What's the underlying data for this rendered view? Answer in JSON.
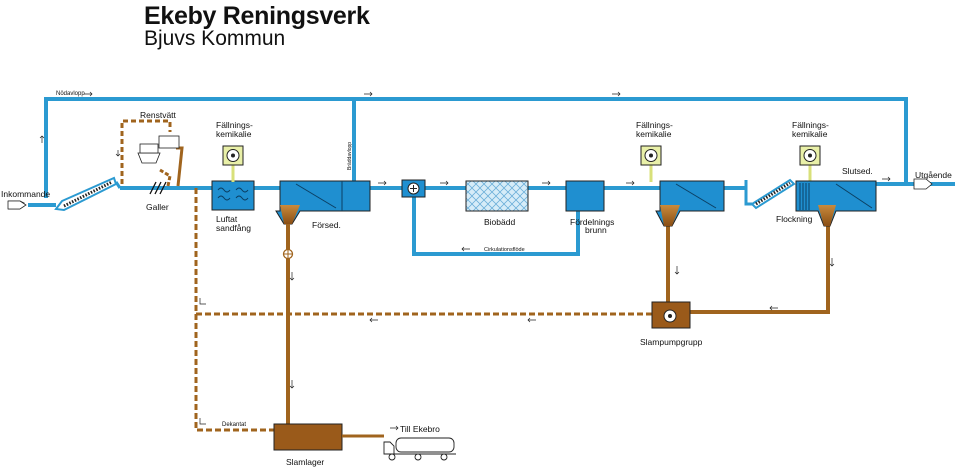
{
  "header": {
    "title": "Ekeby Reningsverk",
    "subtitle": "Bjuvs Kommun"
  },
  "labels": {
    "inkommande": "Inkommande",
    "nodavlopp": "Nödavlopp",
    "renstvatt": "Renstvätt",
    "galler": "Galler",
    "fallnings_1": "Fällnings-",
    "kemikalie_1": "kemikalie",
    "luftat": "Luftat",
    "sandfang": "sandfång",
    "forsed": "Försed.",
    "braddavlopp": "Bräddavlopp",
    "biobadd": "Biobädd",
    "fordelnings": "Fördelnings",
    "brunn": "brunn",
    "cirkulationsflode": "Cirkulationsflöde",
    "fallnings_2": "Fällnings-",
    "kemikalie_2": "kemikalie",
    "fallnings_3": "Fällnings-",
    "kemikalie_3": "kemikalie",
    "flockning": "Flockning",
    "slutsed": "Slutsed.",
    "utgaende": "Utgående",
    "slampumpgrupp": "Slampumpgrupp",
    "dekantat": "Dekantat",
    "slamlager": "Slamlager",
    "till_ekebro": "Till Ekebro"
  },
  "colors": {
    "water_pipe": "#2b9ad1",
    "water_fill": "#1f8fd0",
    "sludge_pipe": "#a0641e",
    "sludge_fill": "#9a5a1a",
    "chem_box": "#e9f0a8",
    "chem_line": "#d8e07a"
  }
}
